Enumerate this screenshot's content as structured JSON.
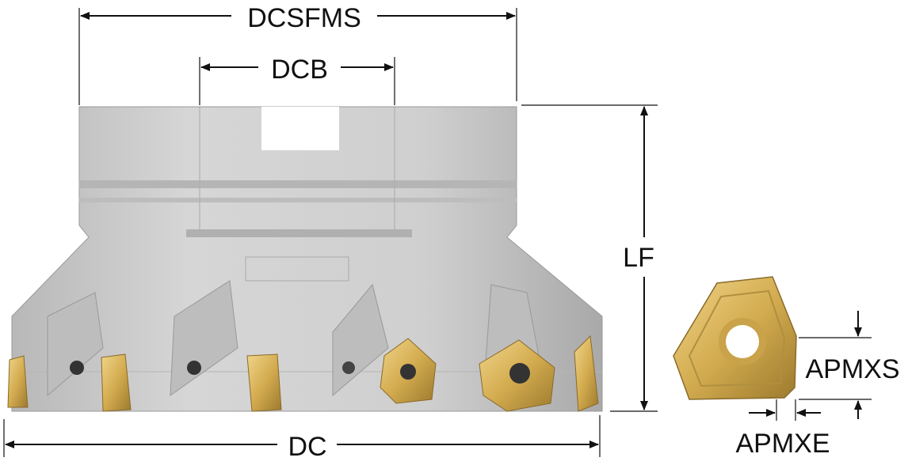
{
  "diagram": {
    "labels": {
      "dcsfms": "DCSFMS",
      "dcb": "DCB",
      "lf": "LF",
      "dc": "DC",
      "apmxs": "APMXS",
      "apmxe": "APMXE"
    },
    "colors": {
      "body": "#c9c9c9",
      "body_dark": "#a9a9a9",
      "insert": "#d9b45a",
      "insert_dark": "#a8873a",
      "line": "#111111"
    }
  }
}
